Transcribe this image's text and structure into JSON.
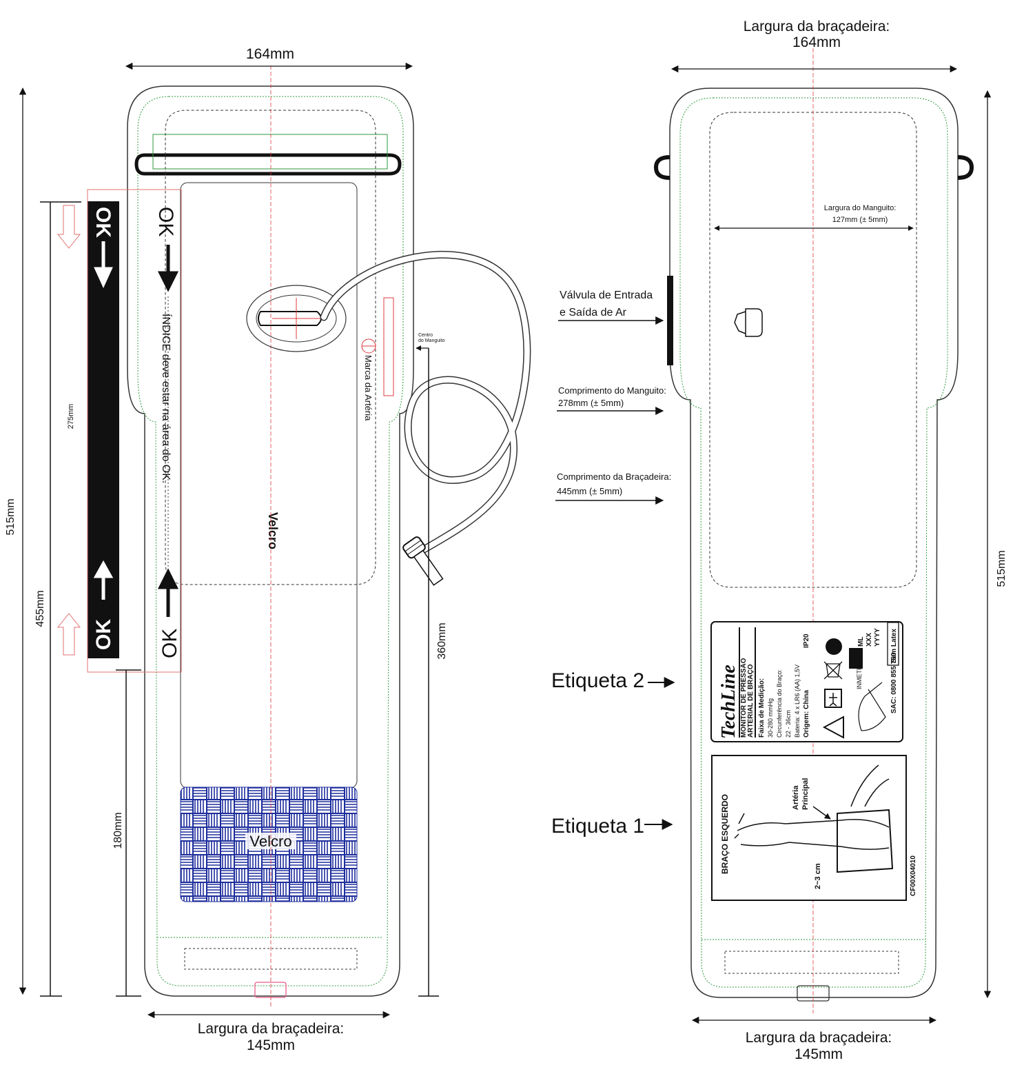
{
  "left": {
    "width_top": "164mm",
    "width_bottom_title": "Largura da braçadeira:",
    "width_bottom_value": "145mm",
    "height_total": "515mm",
    "height_455": "455mm",
    "height_275": "275mm",
    "height_180": "180mm",
    "height_360": "360mm",
    "ok": "OK",
    "index_note": "ÍNDICE deve estar na área do OK.",
    "velcro_top": "Velcro",
    "velcro_bottom": "Velcro",
    "artery_mark": "Marca da Artéria",
    "cuff_center_1": "Centro",
    "cuff_center_2": "do Manguito"
  },
  "right": {
    "width_top_title": "Largura da braçadeira:",
    "width_top_value": "164mm",
    "width_bottom_title": "Largura da braçadeira:",
    "width_bottom_value": "145mm",
    "height_total": "515mm",
    "cuff_width_title": "Largura do Manguito:",
    "cuff_width_value": "127mm (± 5mm)",
    "valve_1": "Válvula de Entrada",
    "valve_2": "e Saída de Ar",
    "cuff_length_title": "Comprimento do Manguito:",
    "cuff_length_value": "278mm (± 5mm)",
    "band_length_title": "Comprimento da Braçadeira:",
    "band_length_value": "445mm (± 5mm)",
    "label2": "Etiqueta 2",
    "label1": "Etiqueta 1"
  },
  "label2_card": {
    "logo": "TechLine",
    "product_1": "MONITOR DE PRESSÃO",
    "product_2": "ARTERIAL DE BRAÇO",
    "range_title": "Faixa de Medição:",
    "range_value": "30-280 mmHg",
    "circ_title": "Circunferência do Braço:",
    "circ_value": "22 - 36cm",
    "battery": "Bateria: 4 x LR6 (AA) 1,5V",
    "origin": "Origem: China",
    "ip": "IP20",
    "sac": "SAC: 0800 855 750",
    "ml": "ML",
    "xxx": "XXX",
    "yyyy": "YYYY",
    "inmetro": "INMETRO",
    "latex": "Sem Latex"
  },
  "label1_card": {
    "arm": "BRAÇO ESQUERDO",
    "artery_1": "Artéria",
    "artery_2": "Principal",
    "distance": "2~3 cm",
    "code": "CF00X04010"
  },
  "colors": {
    "outline": "#333333",
    "green_guide": "#2e9a3e",
    "red_guide": "#e0393e",
    "velcro_blue": "#1c2c9c",
    "pink": "#e85a8a"
  }
}
